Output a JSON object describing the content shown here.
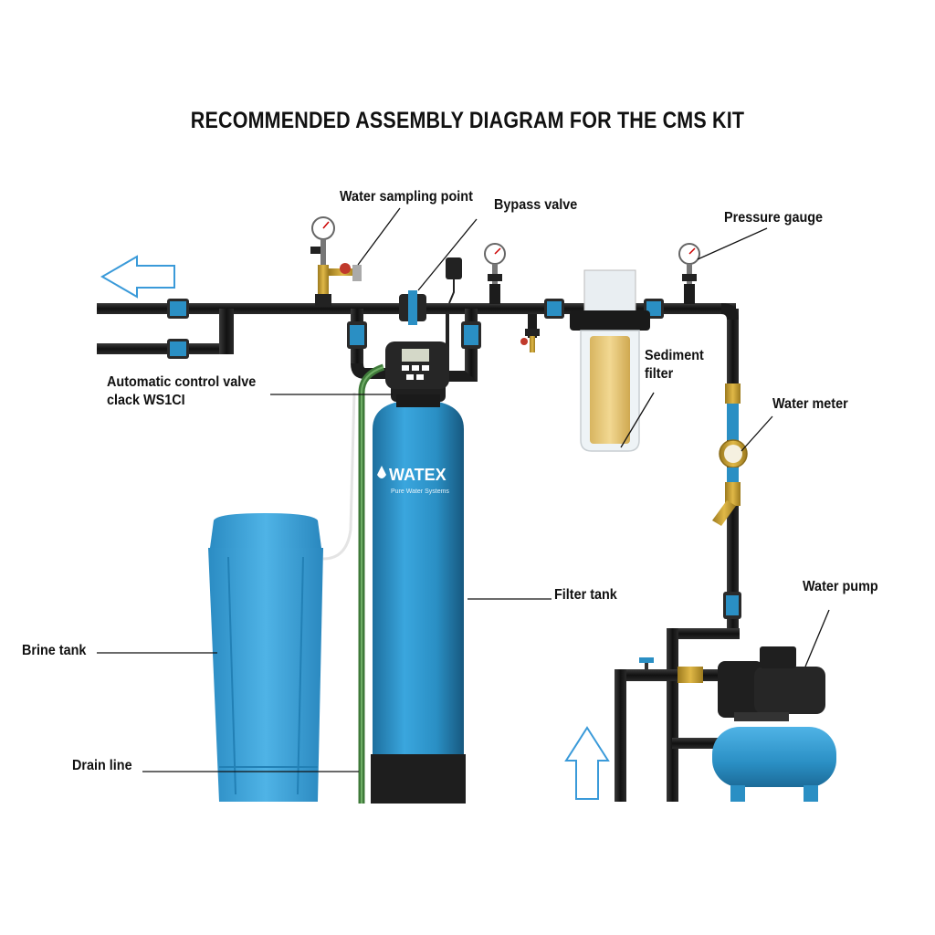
{
  "title": "RECOMMENDED ASSEMBLY DIAGRAM FOR THE CMS KIT",
  "labels": {
    "water_sampling_point": "Water sampling point",
    "bypass_valve": "Bypass valve",
    "pressure_gauge": "Pressure gauge",
    "sediment_filter_line1": "Sediment",
    "sediment_filter_line2": "filter",
    "water_meter": "Water meter",
    "control_valve_line1": "Automatic control valve",
    "control_valve_line2": "clack WS1CI",
    "filter_tank": "Filter tank",
    "water_pump": "Water pump",
    "brine_tank": "Brine tank",
    "drain_line": "Drain line"
  },
  "brand": {
    "name": "WATEX",
    "tagline": "Pure Water Systems"
  },
  "colors": {
    "pipe": "#1c1c1c",
    "tank_blue": "#2a8fc4",
    "brine_blue": "#3ea6dc",
    "drain_green": "#3f7a3a",
    "sediment_yellow": "#e8c878",
    "brass": "#c9a033",
    "arrow_blue": "#3a9ad9"
  }
}
